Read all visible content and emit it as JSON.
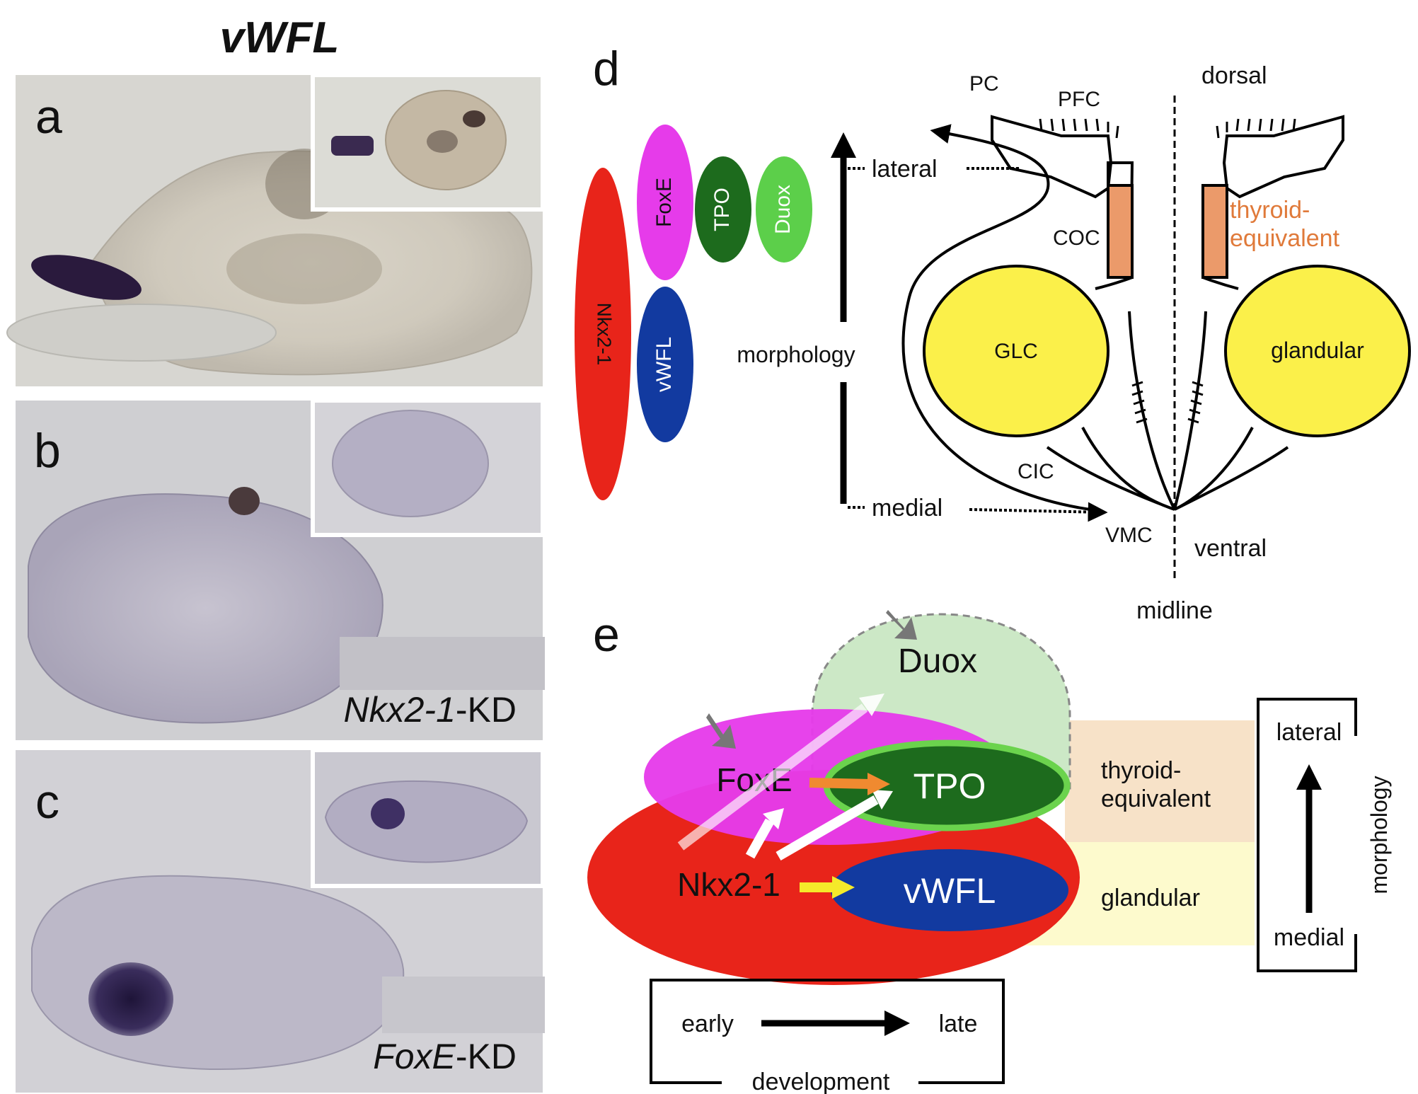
{
  "left_column": {
    "title": "vWFL",
    "panel_a": {
      "letter": "a"
    },
    "panel_b": {
      "letter": "b",
      "gene": "Nkx2-1",
      "suffix": "-KD"
    },
    "panel_c": {
      "letter": "c",
      "gene": "FoxE",
      "suffix": "-KD"
    }
  },
  "panel_d": {
    "letter": "d",
    "genes": {
      "nkx": "Nkx2-1",
      "foxe": "FoxE",
      "tpo": "TPO",
      "duox": "Duox",
      "vwfl": "vWFL"
    },
    "axis": {
      "top": "lateral",
      "bottom": "medial",
      "label": "morphology"
    },
    "regions": {
      "pc": "PC",
      "pfc": "PFC",
      "coc": "COC",
      "glc": "GLC",
      "cic": "CIC",
      "vmc": "VMC"
    },
    "labels": {
      "dorsal": "dorsal",
      "ventral": "ventral",
      "midline": "midline",
      "thyroid_line1": "thyroid-",
      "thyroid_line2": "equivalent",
      "glandular": "glandular"
    },
    "colors": {
      "nkx": "#e8241a",
      "foxe": "#e63bea",
      "tpo": "#1d6b1d",
      "duox": "#5ccf4a",
      "vwfl": "#123aa0",
      "glc": "#fbf04a",
      "coc": "#eb9a6a",
      "thyroid_text": "#e07a3a"
    }
  },
  "panel_e": {
    "letter": "e",
    "genes": {
      "duox": "Duox",
      "foxe": "FoxE",
      "tpo": "TPO",
      "nkx": "Nkx2-1",
      "vwfl": "vWFL"
    },
    "bands": {
      "thyroid_line1": "thyroid-",
      "thyroid_line2": "equivalent",
      "glandular": "glandular"
    },
    "box": {
      "top": "lateral",
      "bottom": "medial",
      "side": "morphology"
    },
    "timeline": {
      "start": "early",
      "end": "late",
      "label": "development"
    }
  }
}
